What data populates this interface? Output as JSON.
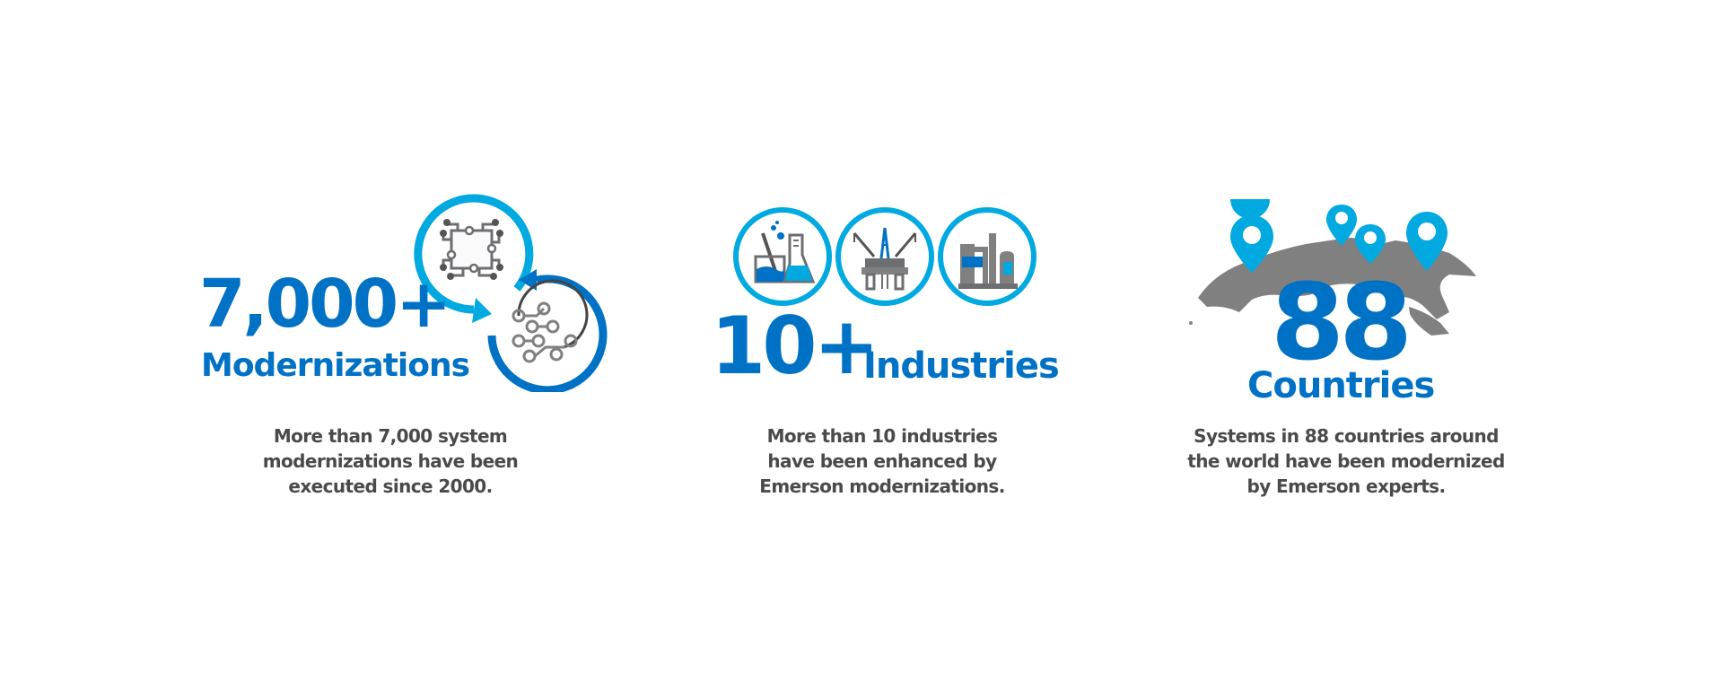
{
  "colors": {
    "primary_blue": "#0072c6",
    "light_blue": "#00a9e0",
    "icon_gray": "#6d6e71",
    "map_gray": "#808080",
    "text_gray": "#4a4a4a",
    "background": "#ffffff"
  },
  "stats": [
    {
      "value": "7,000+",
      "label": "Modernizations",
      "icon": "modernization-cycle-icon",
      "description": "More than 7,000 system\nmodernizations have been\nexecuted since 2000."
    },
    {
      "value": "10+",
      "label": "Industries",
      "icons": [
        "laboratory-chemistry-icon",
        "offshore-oil-rig-icon",
        "refinery-plant-icon"
      ],
      "description": "More than 10 industries\nhave been enhanced by\nEmerson modernizations."
    },
    {
      "value": "88",
      "label": "Countries",
      "icon": "world-map-pins-icon",
      "description": "Systems in 88 countries around\nthe world have been modernized\nby Emerson experts."
    }
  ]
}
